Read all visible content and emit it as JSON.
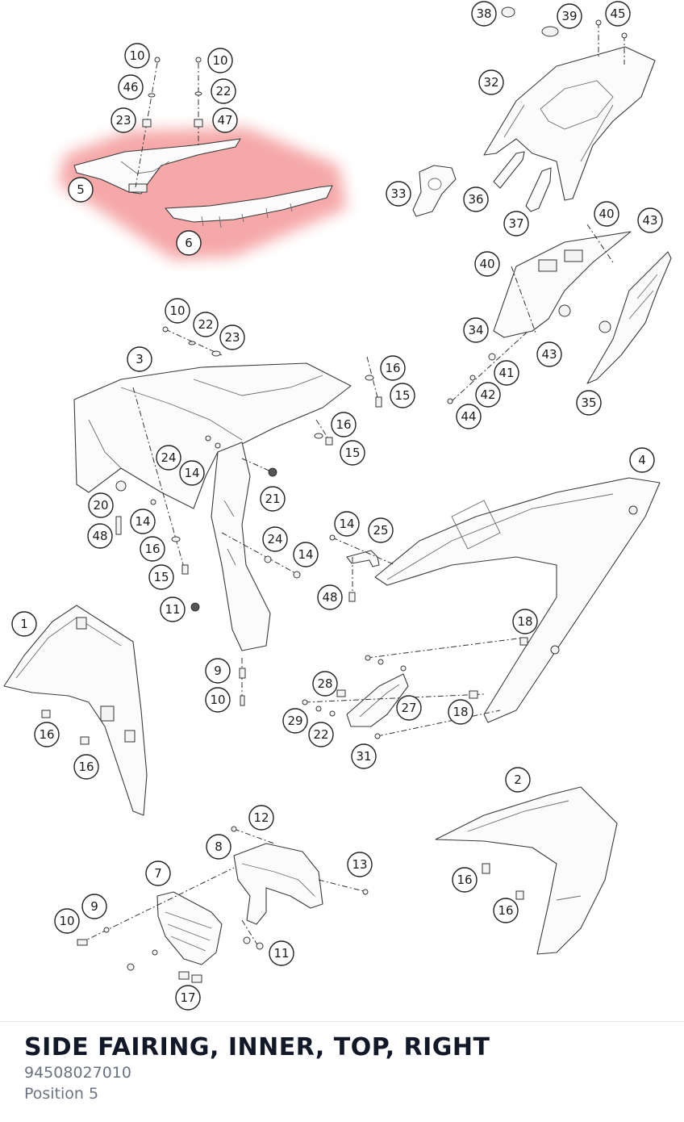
{
  "selected_part": {
    "title": "SIDE FAIRING, INNER, TOP, RIGHT",
    "part_number": "94508027010",
    "position": "Position 5"
  },
  "highlight_color": "#f28b8b",
  "callouts": {
    "c38": "38",
    "c39": "39",
    "c45": "45",
    "c10a": "10",
    "c10b": "10",
    "c46": "46",
    "c22a": "22",
    "c23a": "23",
    "c47": "47",
    "c32": "32",
    "c5": "5",
    "c6": "6",
    "c33": "33",
    "c36": "36",
    "c37": "37",
    "c40a": "40",
    "c43a": "43",
    "c40b": "40",
    "c10c": "10",
    "c22b": "22",
    "c23b": "23",
    "c3": "3",
    "c34": "34",
    "c43b": "43",
    "c41": "41",
    "c42": "42",
    "c44": "44",
    "c35": "35",
    "c16a": "16",
    "c15a": "15",
    "c16b": "16",
    "c15b": "15",
    "c24a": "24",
    "c14a": "14",
    "c21": "21",
    "c4": "4",
    "c20": "20",
    "c14b": "14",
    "c48a": "48",
    "c16c": "16",
    "c15c": "15",
    "c24b": "24",
    "c14c": "14",
    "c14d": "14",
    "c25": "25",
    "c48b": "48",
    "c11a": "11",
    "c1": "1",
    "c18a": "18",
    "c9a": "9",
    "c10d": "10",
    "c28": "28",
    "c27": "27",
    "c18b": "18",
    "c16d": "16",
    "c29": "29",
    "c22c": "22",
    "c31": "31",
    "c16e": "16",
    "c2": "2",
    "c12": "12",
    "c8": "8",
    "c13": "13",
    "c7": "7",
    "c16f": "16",
    "c9b": "9",
    "c10e": "10",
    "c16g": "16",
    "c11b": "11",
    "c17": "17"
  }
}
